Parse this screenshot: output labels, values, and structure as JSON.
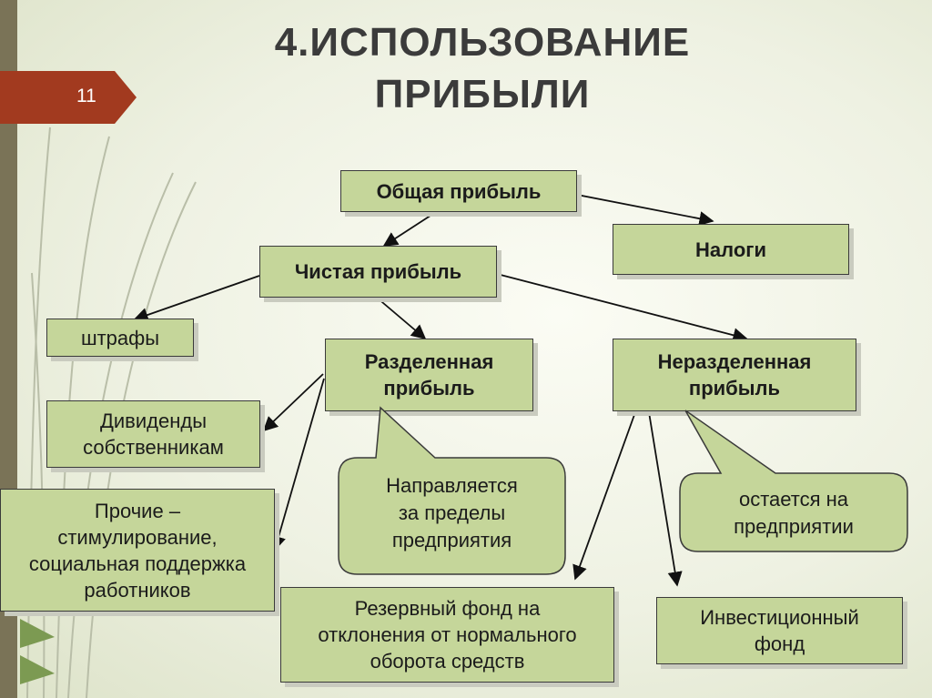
{
  "slide": {
    "title_line1": "4.ИСПОЛЬЗОВАНИЕ",
    "title_line2": "ПРИБЫЛИ",
    "page_number": "11"
  },
  "diagram": {
    "nodes": {
      "total_profit": "Общая прибыль",
      "taxes": "Налоги",
      "net_profit": "Чистая прибыль",
      "fines": "штрафы",
      "distributed_profit": "Разделенная\nприбыль",
      "undistributed_profit": "Неразделенная\nприбыль",
      "dividends": "Дивиденды\nсобственникам",
      "other": "Прочие –\nстимулирование,\nсоциальная поддержка\nработников",
      "reserve_fund": "Резервный фонд на\nотклонения от нормального\nоборота средств",
      "investment_fund": "Инвестиционный\nфонд"
    },
    "callouts": {
      "distributed_note": "Направляется\nза пределы\nпредприятия",
      "undistributed_note": "остается на\nпредприятии"
    }
  },
  "colors": {
    "box_fill": "#c5d69a",
    "slide_number_marker": "#a23a1f",
    "left_bar": "#7a7357"
  }
}
